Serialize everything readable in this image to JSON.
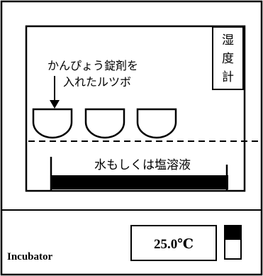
{
  "hygrometer": {
    "label_lines": [
      "湿",
      "度",
      "計"
    ]
  },
  "crucible_label": {
    "lines": [
      "かんぴょう錠剤を",
      "入れたルツボ"
    ]
  },
  "tray": {
    "label": "水もしくは塩溶液"
  },
  "incubator": {
    "label": "Incubator"
  },
  "temperature_display": {
    "value": "25.0℃"
  },
  "crucible_count": 3,
  "colors": {
    "line": "#000000",
    "background": "#ffffff",
    "liquid": "#000000"
  }
}
